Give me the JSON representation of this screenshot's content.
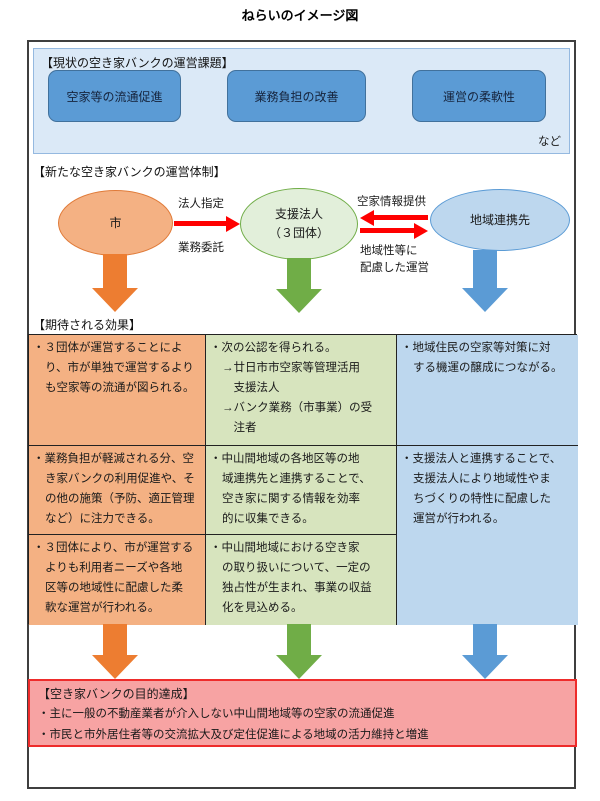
{
  "title": "ねらいのイメージ図",
  "issues": {
    "heading": "【現状の空き家バンクの運営課題】",
    "items": [
      "空家等の流通促進",
      "業務負担の改善",
      "運営の柔軟性"
    ],
    "etc_label": "など"
  },
  "system": {
    "heading": "【新たな空き家バンクの運営体制】",
    "nodes": {
      "city": "市",
      "support": "支援法人\n（３団体）",
      "region": "地域連携先"
    },
    "labels": {
      "city_to_support_top": "法人指定",
      "city_to_support_bottom": "業務委託",
      "region_to_support": "空家情報提供",
      "support_to_region": "地域性等に\n配慮した運営"
    }
  },
  "effects": {
    "heading": "【期待される効果】",
    "city_column": [
      "・３団体が運営することによ\nり、市が単独で運営するより\nも空家等の流通が図られる。",
      "・業務負担が軽減される分、空\nき家バンクの利用促進や、そ\nの他の施策（予防、適正管理\nなど）に注力できる。",
      "・３団体により、市が運営する\nよりも利用者ニーズや各地\n区等の地域性に配慮した柔\n軟な運営が行われる。"
    ],
    "support_column": [
      "・次の公認を得られる。\n→廿日市市空家等管理活用\n　支援法人\n→バンク業務（市事業）の受\n　注者",
      "・中山間地域の各地区等の地\n域連携先と連携することで、\n空き家に関する情報を効率\n的に収集できる。",
      "・中山間地域における空き家\nの取り扱いについて、一定の\n独占性が生まれ、事業の収益\n化を見込める。"
    ],
    "region_column": [
      "・地域住民の空家等対策に対\nする機運の醸成につながる。",
      "・支援法人と連携することで、\n支援法人により地域性やま\nちづくりの特性に配慮した\n運営が行われる。"
    ]
  },
  "goal": {
    "heading": "【空き家バンクの目的達成】",
    "items": [
      "・主に一般の不動産業者が介入しない中山間地域等の空家の流通促進",
      "・市民と市外居住者等の交流拡大及び定住促進による地域の活力維持と増進"
    ]
  },
  "colors": {
    "city_orange": "#ED7D31",
    "city_orange_light": "#F4B183",
    "support_green": "#70AD47",
    "support_green_light": "#E2EFDA",
    "support_cell_green": "#D7E4BE",
    "region_blue": "#5B9BD5",
    "region_blue_light": "#BDD7EE",
    "issue_box_blue": "#5B9BD5",
    "panel_blue": "#DBE9F7",
    "goal_pink": "#F7A3A3",
    "goal_border_red": "#EE2C2B",
    "flow_arrow_red": "#FF0000"
  }
}
